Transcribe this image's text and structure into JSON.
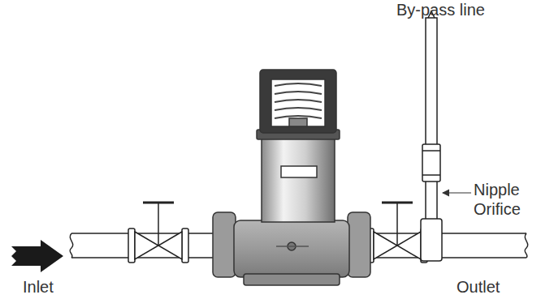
{
  "diagram": {
    "labels": [
      "By-pass line",
      "Nipple Orifice",
      "Inlet",
      "Outlet"
    ]
  }
}
